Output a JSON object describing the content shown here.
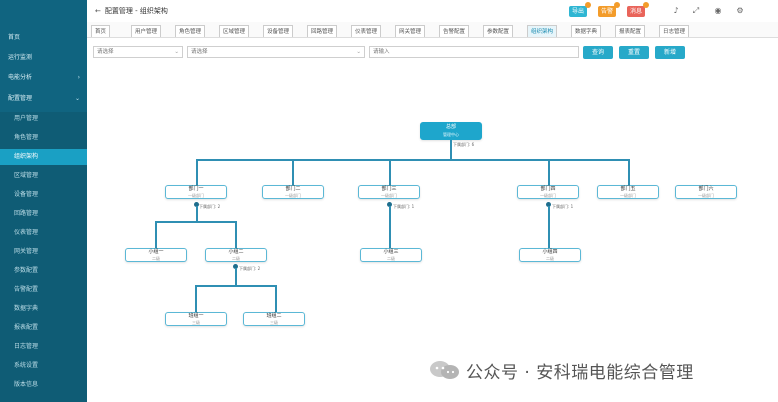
{
  "app": {
    "title": "配置管理 - 组织架构",
    "back_symbol": "←"
  },
  "header": {
    "buttons": [
      {
        "label": "导出",
        "color": "#2fb6d3"
      },
      {
        "label": "告警",
        "color": "#f39c2a"
      },
      {
        "label": "消息",
        "color": "#e9645a"
      }
    ],
    "icons": [
      "bell-icon",
      "fullscreen-icon",
      "user-icon",
      "settings-icon"
    ]
  },
  "sidebar": {
    "items": [
      {
        "label": "首页"
      },
      {
        "label": "运行监测"
      },
      {
        "label": "电能分析"
      },
      {
        "label": "配置管理",
        "expanded": true
      }
    ],
    "sub_items": [
      {
        "label": "用户管理"
      },
      {
        "label": "角色管理"
      },
      {
        "label": "组织架构",
        "active": true
      },
      {
        "label": "区域管理"
      },
      {
        "label": "设备管理"
      },
      {
        "label": "回路管理"
      },
      {
        "label": "仪表管理"
      },
      {
        "label": "网关管理"
      },
      {
        "label": "参数配置"
      },
      {
        "label": "告警配置"
      },
      {
        "label": "数据字典"
      },
      {
        "label": "报表配置"
      },
      {
        "label": "日志管理"
      },
      {
        "label": "系统设置"
      },
      {
        "label": "版本信息"
      }
    ]
  },
  "tabs": [
    {
      "label": "首页"
    },
    {
      "label": "用户管理"
    },
    {
      "label": "角色管理"
    },
    {
      "label": "区域管理"
    },
    {
      "label": "设备管理"
    },
    {
      "label": "回路管理"
    },
    {
      "label": "仪表管理"
    },
    {
      "label": "网关管理"
    },
    {
      "label": "告警配置"
    },
    {
      "label": "参数配置"
    },
    {
      "label": "组织架构",
      "active": true
    },
    {
      "label": "数据字典"
    },
    {
      "label": "报表配置"
    },
    {
      "label": "日志管理"
    }
  ],
  "filters": {
    "field1": "请选择",
    "field2": "请选择",
    "field3": "请输入",
    "search_label": "查询",
    "reset_label": "重置",
    "add_label": "新增"
  },
  "org": {
    "root": {
      "name": "总部",
      "sub": "管理中心"
    },
    "root_tip": "下属部门: 6",
    "level1": [
      {
        "name": "部门一",
        "sub": "一级部门"
      },
      {
        "name": "部门二",
        "sub": "一级部门"
      },
      {
        "name": "部门三",
        "sub": "一级部门"
      },
      {
        "name": "部门四",
        "sub": "一级部门"
      },
      {
        "name": "部门五",
        "sub": "一级部门"
      },
      {
        "name": "部门六",
        "sub": "一级部门"
      }
    ],
    "tip_a": "下属部门: 2",
    "tip_b": "下属部门: 1",
    "tip_c": "下属部门: 1",
    "level2": [
      {
        "name": "小组一",
        "sub": "二级"
      },
      {
        "name": "小组二",
        "sub": "二级"
      },
      {
        "name": "小组三",
        "sub": "二级"
      },
      {
        "name": "小组四",
        "sub": "二级"
      }
    ],
    "tip_d": "下属部门: 2",
    "level3": [
      {
        "name": "班组一",
        "sub": "三级"
      },
      {
        "name": "班组二",
        "sub": "三级"
      }
    ]
  },
  "watermark": {
    "text": "公众号 · 安科瑞电能综合管理"
  }
}
